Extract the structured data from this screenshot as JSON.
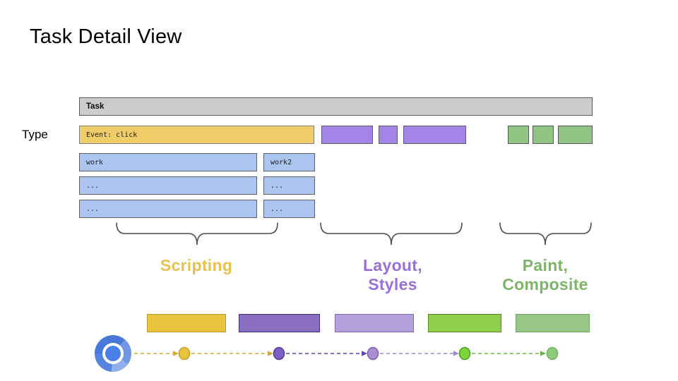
{
  "title": "Task Detail View",
  "type_label": "Type",
  "task_bar": {
    "label": "Task",
    "fill": "#cccccc"
  },
  "event_bar": {
    "label": "Event: click",
    "fill": "#f0cd68"
  },
  "work_bars": {
    "fill": "#abc5f0",
    "row1_left": "work",
    "row1_right": "work2",
    "row2_left": "...",
    "row2_right": "...",
    "row3_left": "...",
    "row3_right": "..."
  },
  "category_bars": {
    "layout_styles_fill": "#a385e8",
    "paint_composite_fill": "#90c585"
  },
  "groups": [
    {
      "line1": "Scripting",
      "line2": "",
      "color": "#e7c04e"
    },
    {
      "line1": "Layout,",
      "line2": "Styles",
      "color": "#9a6fd8"
    },
    {
      "line1": "Paint,",
      "line2": "Composite",
      "color": "#7cb568"
    }
  ],
  "timeline": {
    "logo_icon": "chromium-logo",
    "legend_swatches": [
      {
        "fill": "#eac43e",
        "border": "#bd9a1f"
      },
      {
        "fill": "#8a6fc0",
        "border": "#432d7d"
      },
      {
        "fill": "#b4a1da",
        "border": "#7b68b5"
      },
      {
        "fill": "#8ed04b",
        "border": "#51891b"
      },
      {
        "fill": "#97c887",
        "border": "#6fa360"
      }
    ],
    "dots": [
      {
        "fill": "#e9c340",
        "border": "#c9a21e"
      },
      {
        "fill": "#7d5fc5",
        "border": "#523c99"
      },
      {
        "fill": "#ab8fd0",
        "border": "#7c61b2"
      },
      {
        "fill": "#7ed53c",
        "border": "#4f9e1d"
      },
      {
        "fill": "#8ccc7a",
        "border": "#72b163"
      }
    ],
    "segment_colors": [
      "#d4a92c",
      "#d4a92c",
      "#5b49a8",
      "#9d89cc",
      "#6cb545"
    ]
  }
}
